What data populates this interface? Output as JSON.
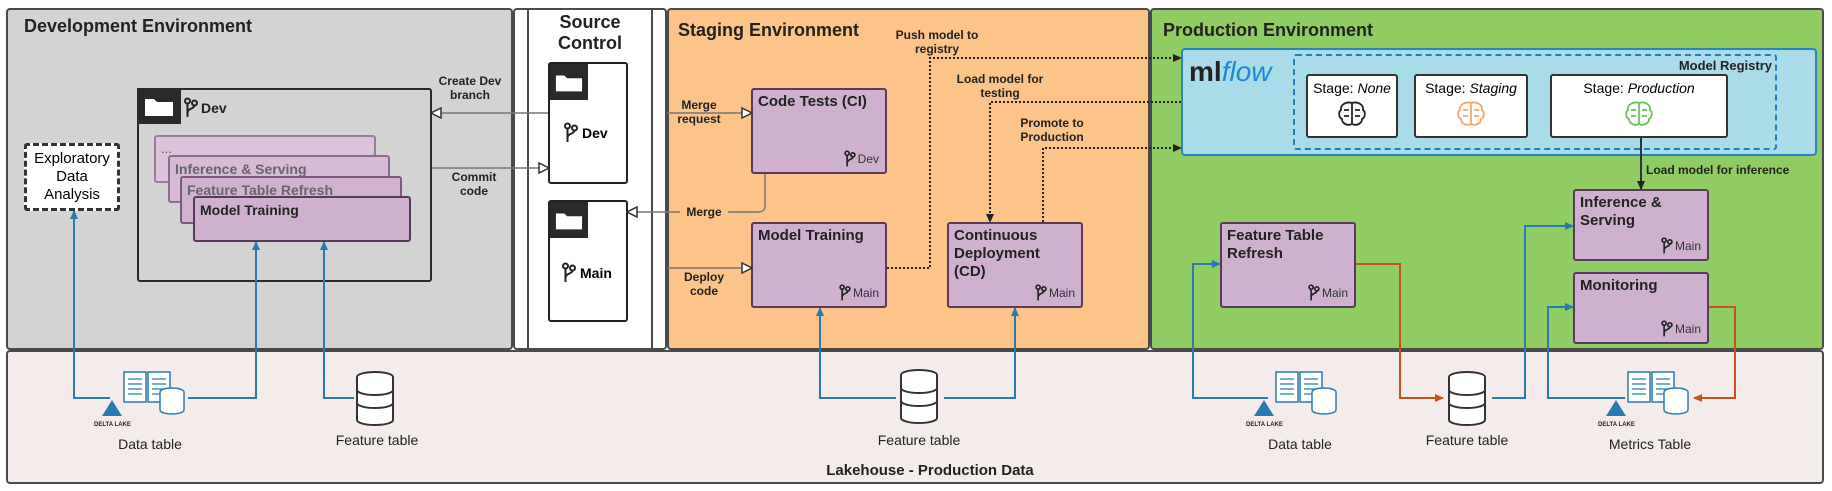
{
  "zones": {
    "dev": "Development Environment",
    "source": "Source Control",
    "staging": "Staging Environment",
    "production": "Production Environment",
    "lakehouse": "Lakehouse - Production Data"
  },
  "dev": {
    "eda": "Exploratory Data Analysis",
    "folder_branch": "Dev",
    "cards": [
      "...",
      "Inference & Serving",
      "Feature Table Refresh",
      "Model Training"
    ]
  },
  "source": {
    "dev_branch": "Dev",
    "main_branch": "Main"
  },
  "staging": {
    "code_tests": "Code Tests (CI)",
    "code_tests_branch": "Dev",
    "model_training": "Model Training",
    "model_training_branch": "Main",
    "cd": "Continuous Deployment (CD)",
    "cd_branch": "Main"
  },
  "production": {
    "mlflow_logo_a": "ml",
    "mlflow_logo_b": "flow",
    "registry": "Model Registry",
    "stage_prefix": "Stage:",
    "stages": [
      "None",
      "Staging",
      "Production"
    ],
    "feature_refresh": "Feature Table Refresh",
    "feature_refresh_branch": "Main",
    "inference": "Inference & Serving",
    "inference_branch": "Main",
    "monitoring": "Monitoring",
    "monitoring_branch": "Main"
  },
  "arrows": {
    "create_dev": "Create Dev branch",
    "commit": "Commit code",
    "merge_request": "Merge request",
    "merge": "Merge",
    "deploy": "Deploy code",
    "push_model": "Push model to registry",
    "load_testing": "Load model for testing",
    "promote": "Promote to Production",
    "load_inference": "Load model for inference"
  },
  "lakehouse": {
    "data_table": "Data table",
    "feature_table": "Feature table",
    "staging_feature_table": "Feature table",
    "prod_data_table": "Data table",
    "prod_feature_table": "Feature table",
    "metrics_table": "Metrics Table",
    "delta_lake": "DELTA LAKE"
  },
  "colors": {
    "dev_bg": "#d3d3d3",
    "staging_bg": "#fcc488",
    "prod_bg": "#8fcc63",
    "lake_bg": "#f4ecea",
    "card_bg": "#cfb0cf",
    "blue_arrow": "#2a7ab0",
    "orange_arrow": "#c8501e"
  }
}
